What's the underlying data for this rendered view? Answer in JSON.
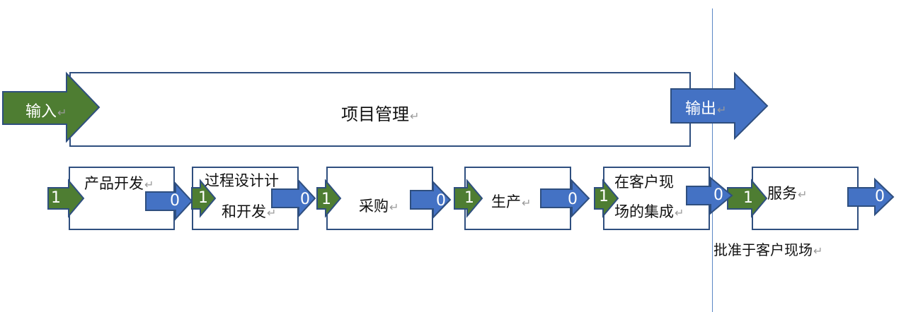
{
  "project_management": {
    "label": "项目管理",
    "mark": "↵"
  },
  "input_arrow": {
    "label": "输入",
    "mark": "↵"
  },
  "output_arrow": {
    "label": "输出",
    "mark": "↵"
  },
  "stages": [
    {
      "line1": "产品开发",
      "line2": "",
      "mark": "↵"
    },
    {
      "line1": "过程设计计",
      "line2": "和开发",
      "mark": "↵"
    },
    {
      "line1": "采购",
      "line2": "",
      "mark": "↵"
    },
    {
      "line1": "生产",
      "line2": "",
      "mark": "↵"
    },
    {
      "line1": "在客户现",
      "line2": "场的集成",
      "mark": "↵"
    },
    {
      "line1": "服务",
      "line2": "",
      "mark": "↵"
    }
  ],
  "flags": {
    "in": "1",
    "out": "0"
  },
  "approval_note": {
    "label": "批准于客户现场",
    "mark": "↵"
  },
  "colors": {
    "green": "#4e7d32",
    "blue": "#4472c4",
    "border": "#2f4f7f"
  }
}
